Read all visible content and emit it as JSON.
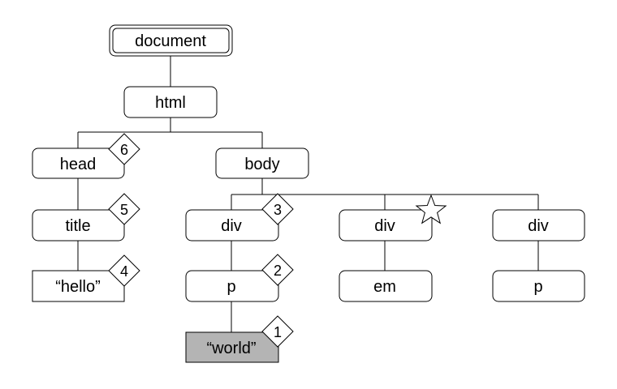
{
  "diagram": {
    "nodes": {
      "document": "document",
      "html": "html",
      "head": "head",
      "title": "title",
      "hello": "“hello”",
      "body": "body",
      "div1": "div",
      "p1": "p",
      "world": "“world”",
      "div2": "div",
      "em": "em",
      "div3": "div",
      "p2": "p"
    },
    "badges": {
      "head": "6",
      "title": "5",
      "hello": "4",
      "div1": "3",
      "p1": "2",
      "world": "1"
    },
    "colors": {
      "highlight_fill": "#b4b4b4",
      "stroke": "#000000"
    }
  }
}
